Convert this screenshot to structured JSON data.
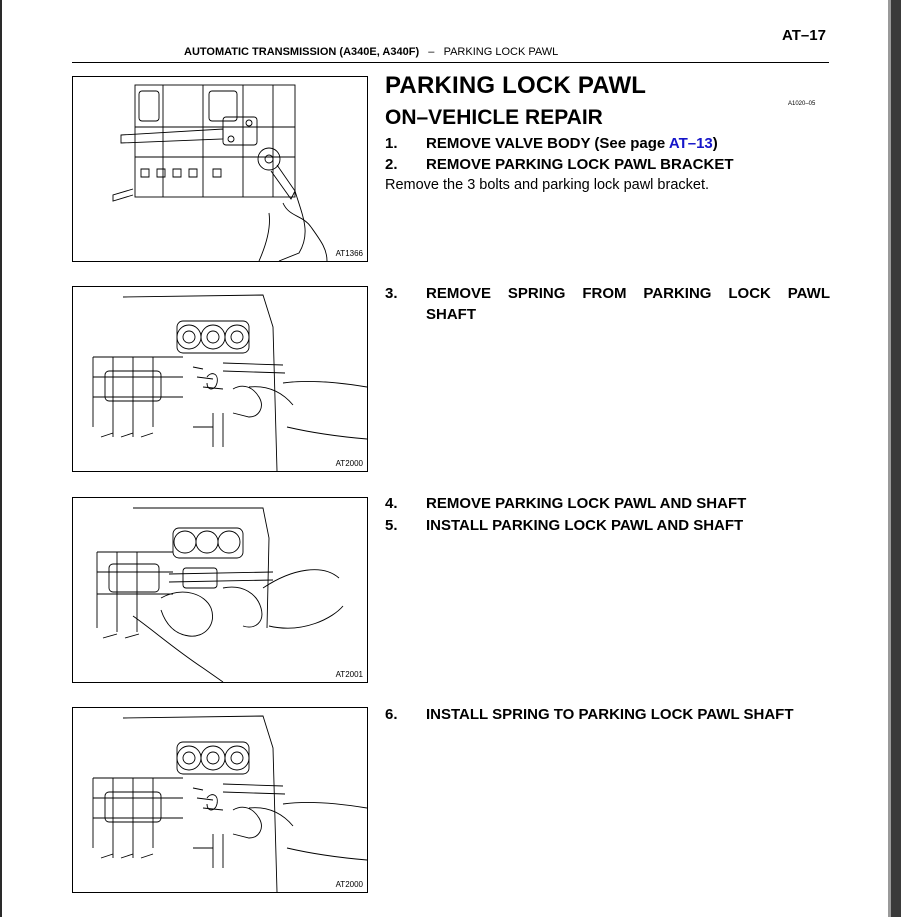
{
  "header": {
    "page_number": "AT–17",
    "section_bold": "AUTOMATIC TRANSMISSION (A340E, A340F)",
    "separator": "–",
    "section_topic": "PARKING LOCK PAWL"
  },
  "title": "PARKING LOCK PAWL",
  "subtitle": "ON–VEHICLE REPAIR",
  "doc_code": "A1020–05",
  "figures": [
    {
      "code": "AT1366"
    },
    {
      "code": "AT2000"
    },
    {
      "code": "AT2001"
    },
    {
      "code": "AT2000"
    }
  ],
  "steps": [
    {
      "num": "1.",
      "text": "REMOVE VALVE BODY (See page ",
      "link": "AT–13",
      "after": ")"
    },
    {
      "num": "2.",
      "text": "REMOVE PARKING LOCK PAWL BRACKET"
    },
    {
      "note": "Remove the 3 bolts and parking lock pawl bracket."
    },
    {
      "num": "3.",
      "line1": "REMOVE SPRING FROM PARKING LOCK PAWL",
      "line2": "SHAFT"
    },
    {
      "num": "4.",
      "text": "REMOVE PARKING LOCK PAWL AND SHAFT"
    },
    {
      "num": "5.",
      "text": "INSTALL PARKING LOCK PAWL AND SHAFT"
    },
    {
      "num": "6.",
      "text": "INSTALL SPRING TO PARKING LOCK PAWL SHAFT"
    }
  ]
}
